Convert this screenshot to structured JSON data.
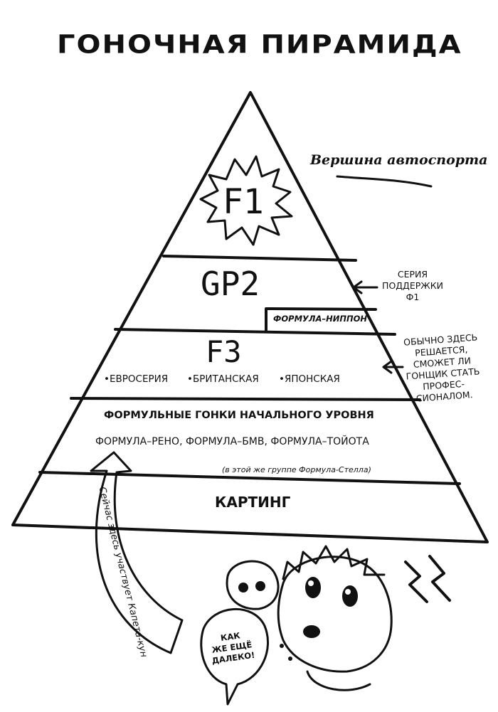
{
  "title": "ГОНОЧНАЯ ПИРАМИДА",
  "apex_note": "Вершина автоспорта",
  "tiers": {
    "f1": "F1",
    "gp2": "GP2",
    "nippon": "ФОРМУЛА–НИППОН",
    "f3": "F3",
    "f3_series": [
      "•ЕВРОСЕРИЯ",
      "•БРИТАНСКАЯ",
      "•ЯПОНСКАЯ"
    ],
    "entry_level": "ФОРМУЛЬНЫЕ ГОНКИ НАЧАЛЬНОГО УРОВНЯ",
    "entry_list": "ФОРМУЛА–РЕНО, ФОРМУЛА–БМВ, ФОРМУЛА–ТОЙОТА",
    "stella_note": "(в этой же группе Формула-Стелла)",
    "karting": "КАРТИНГ"
  },
  "side_notes": {
    "gp2": [
      "СЕРИЯ",
      "ПОДДЕРЖКИ",
      "Ф1"
    ],
    "f3": [
      "ОБЫЧНО ЗДЕСЬ",
      "РЕШАЕТСЯ,",
      "СМОЖЕТ ЛИ",
      "ГОНЩИК СТАТЬ",
      "ПРОФЕС-",
      "СИОНАЛОМ."
    ]
  },
  "arrow_note": "Сейчас здесь участвует Капета-кун",
  "speech_bubble": [
    "КАК",
    "ЖЕ ЕЩЁ",
    "ДАЛЕКО!"
  ],
  "colors": {
    "ink": "#111111",
    "paper": "#ffffff"
  }
}
